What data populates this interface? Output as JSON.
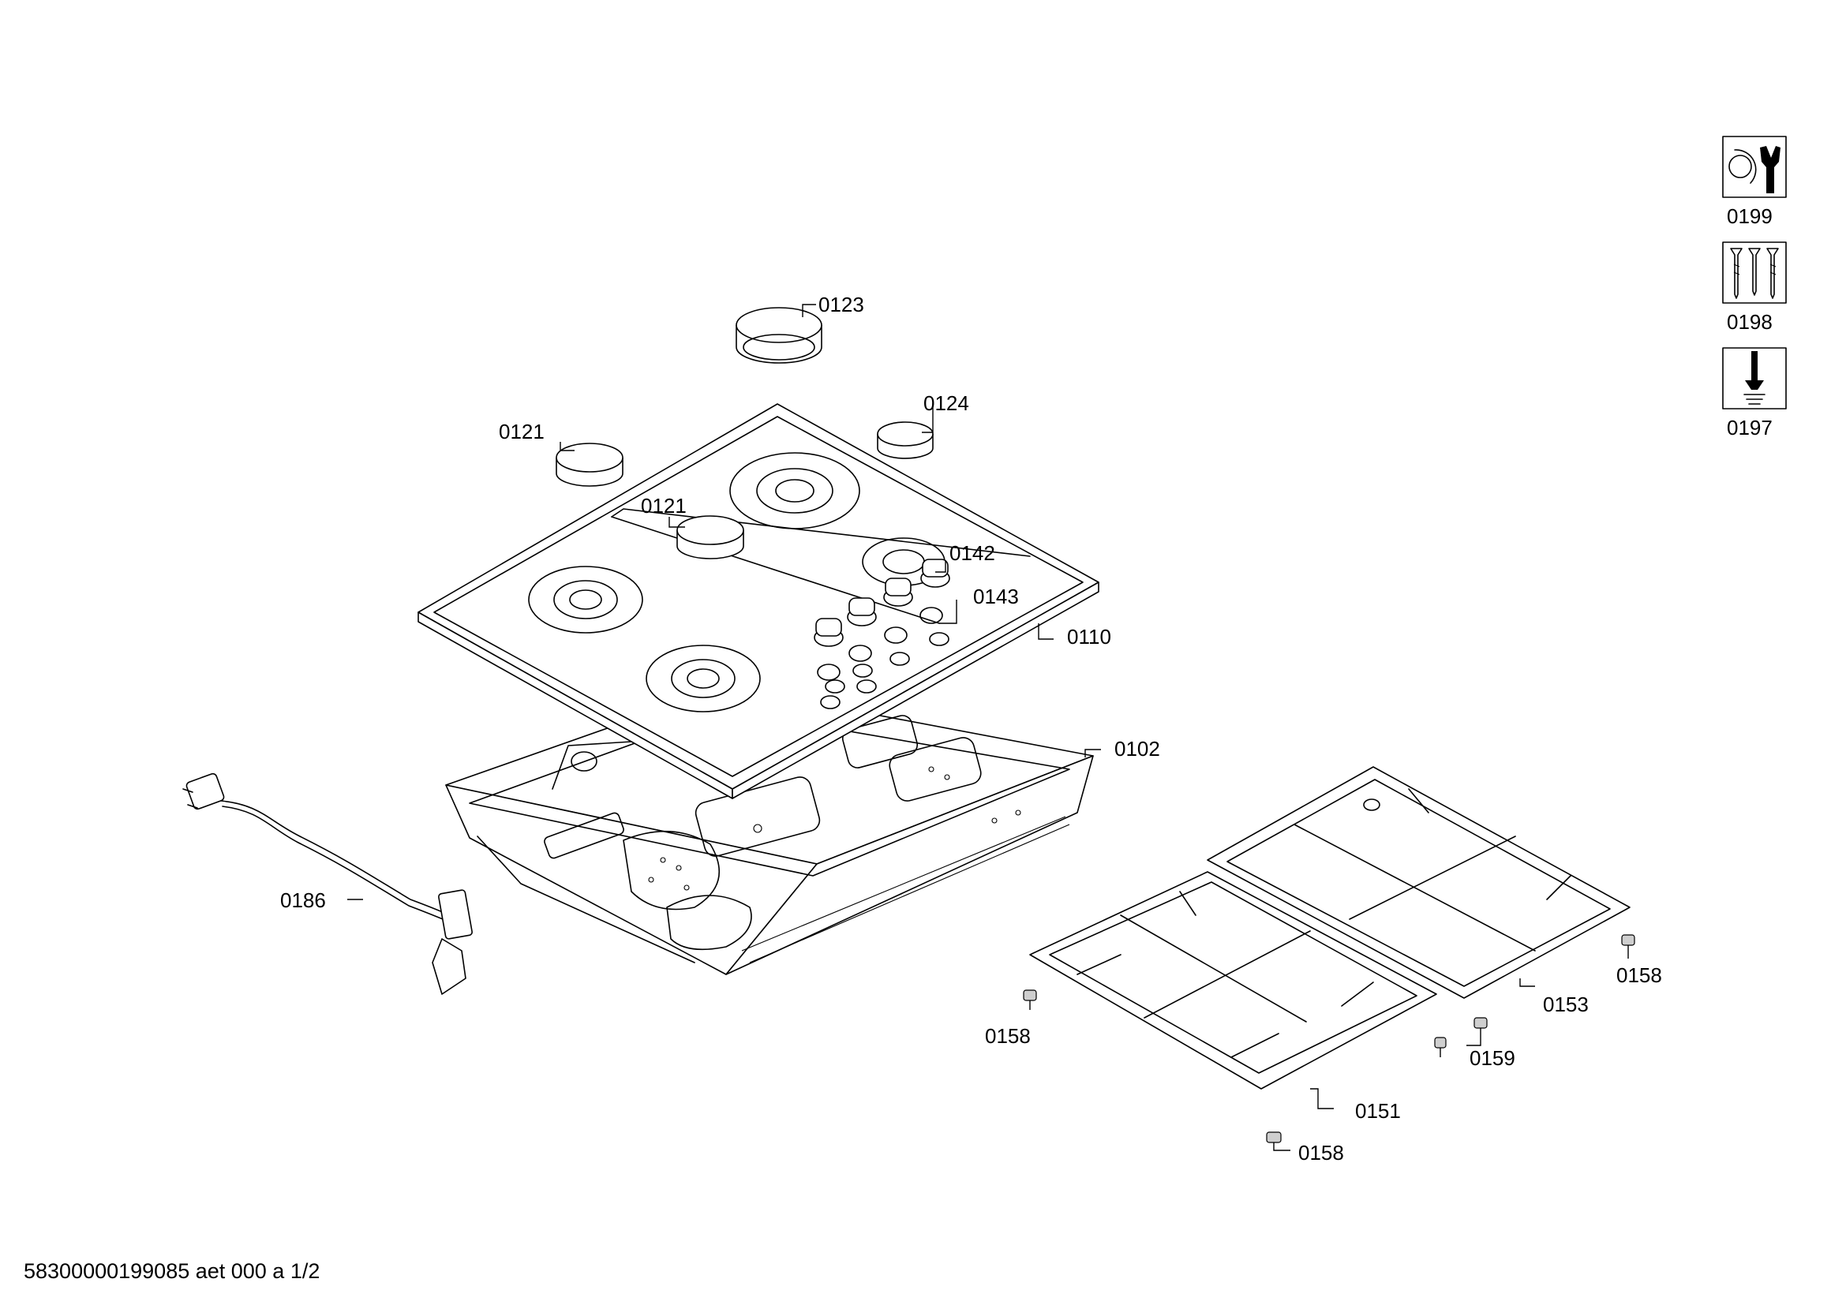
{
  "drawing": {
    "labels": {
      "l0123": "0123",
      "l0124": "0124",
      "l0121a": "0121",
      "l0121b": "0121",
      "l0142": "0142",
      "l0143": "0143",
      "l0110": "0110",
      "l0102": "0102",
      "l0186": "0186",
      "l0153": "0153",
      "l0158a": "0158",
      "l0158b": "0158",
      "l0158c": "0158",
      "l0159": "0159",
      "l0151": "0151"
    }
  },
  "legend": {
    "l0199": "0199",
    "l0198": "0198",
    "l0197": "0197"
  },
  "icons": {
    "i0199": "wrench-icon",
    "i0198": "screws-icon",
    "i0197": "screwdriver-icon"
  },
  "footer": {
    "document_code": "58300000199085 aet 000 a 1/2"
  }
}
